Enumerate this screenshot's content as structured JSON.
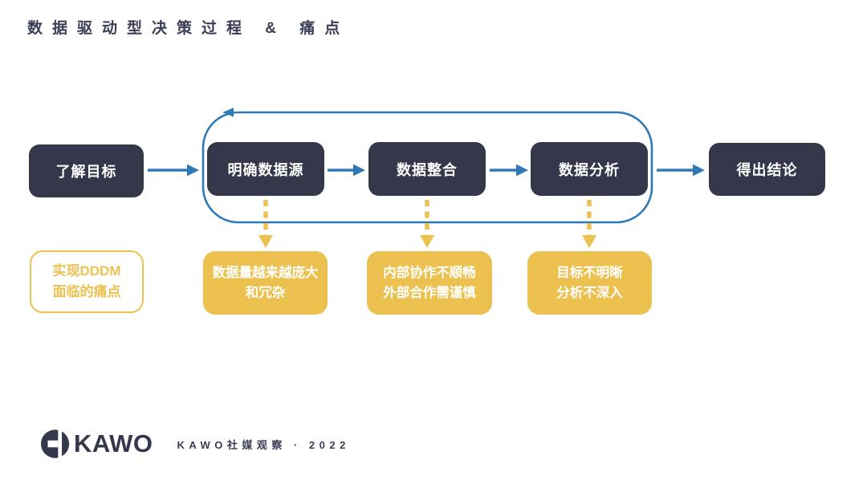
{
  "title": "数据驱动型决策过程 & 痛点",
  "flow": {
    "steps": [
      {
        "label": "了解目标"
      },
      {
        "label": "明确数据源"
      },
      {
        "label": "数据整合"
      },
      {
        "label": "数据分析"
      },
      {
        "label": "得出结论"
      }
    ]
  },
  "pain_points": {
    "caption": {
      "lines": [
        "实现DDDM",
        "面临的痛点"
      ]
    },
    "items": [
      {
        "lines": [
          "数据量越来越庞大",
          "和冗杂"
        ]
      },
      {
        "lines": [
          "内部协作不顺畅",
          "外部合作需谨慎"
        ]
      },
      {
        "lines": [
          "目标不明晰",
          "分析不深入"
        ]
      }
    ]
  },
  "footer": {
    "logo_text": "KAWO",
    "caption": "KAWO社媒观察 · 2022"
  },
  "colors": {
    "dark_box": "#35374a",
    "accent_blue": "#2e79b6",
    "accent_yellow": "#ecc14f",
    "title_text": "#3b3e54",
    "box_text": "#ffffff",
    "background": "#ffffff"
  }
}
